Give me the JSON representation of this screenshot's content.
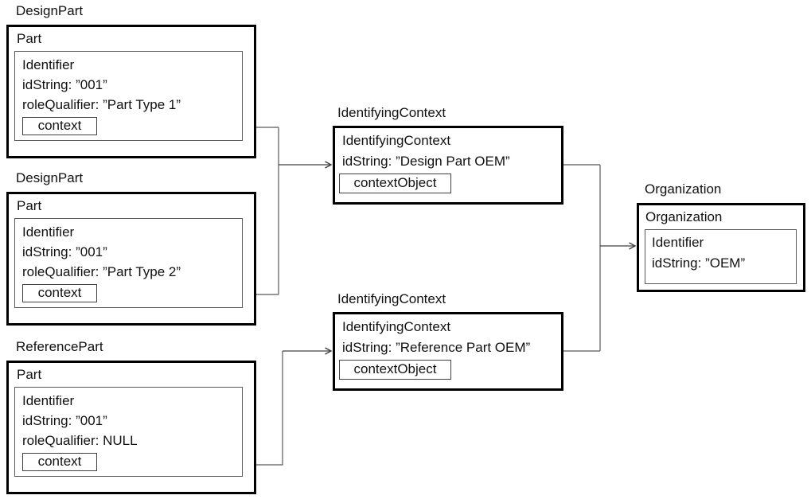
{
  "diagram": {
    "parts": [
      {
        "label": "DesignPart",
        "title": "Part",
        "identifier": {
          "title": "Identifier",
          "id_string": "idString: ”001”",
          "role_qualifier": "roleQualifier: ”Part Type 1”",
          "context_label": "context"
        }
      },
      {
        "label": "DesignPart",
        "title": "Part",
        "identifier": {
          "title": "Identifier",
          "id_string": "idString: ”001”",
          "role_qualifier": "roleQualifier: ”Part Type 2”",
          "context_label": "context"
        }
      },
      {
        "label": "ReferencePart",
        "title": "Part",
        "identifier": {
          "title": "Identifier",
          "id_string": "idString: ”001”",
          "role_qualifier": "roleQualifier: NULL",
          "context_label": "context"
        }
      }
    ],
    "identifying_contexts": [
      {
        "label": "IdentifyingContext",
        "title": "IdentifyingContext",
        "id_string": "idString: ”Design Part OEM”",
        "context_object_label": "contextObject"
      },
      {
        "label": "IdentifyingContext",
        "title": "IdentifyingContext",
        "id_string": "idString: ”Reference Part OEM”",
        "context_object_label": "contextObject"
      }
    ],
    "organization": {
      "label": "Organization",
      "title": "Organization",
      "identifier": {
        "title": "Identifier",
        "id_string": "idString: ”OEM”"
      }
    },
    "colors": {
      "outer_border": "#000000",
      "inner_border": "#595959",
      "connector": "#595959",
      "arrow": "#404040",
      "background": "#ffffff",
      "text": "#111111"
    }
  }
}
